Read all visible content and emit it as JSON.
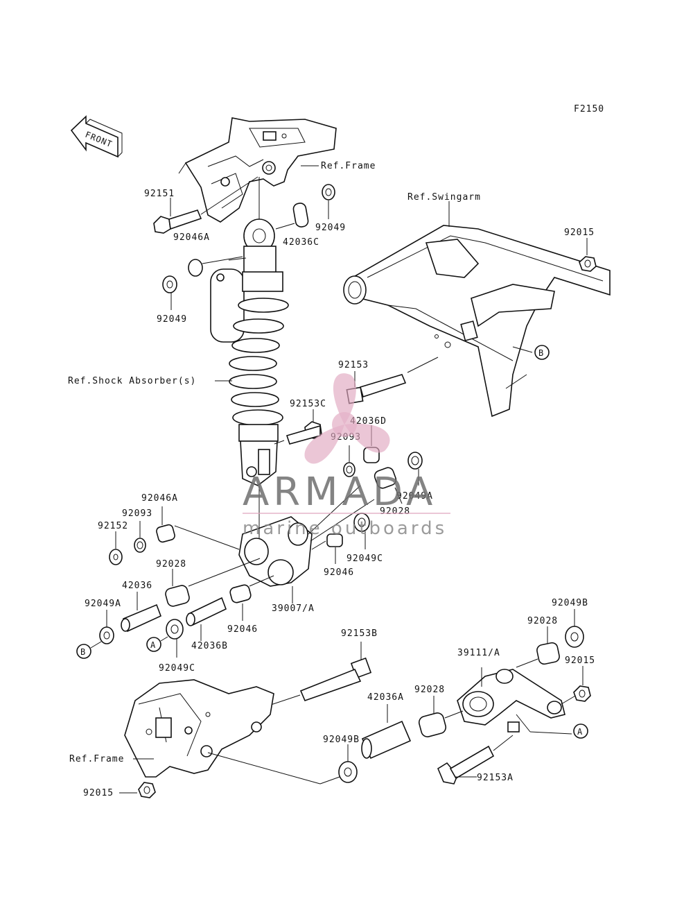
{
  "diagram": {
    "code": "F2150",
    "front_label": "FRONT"
  },
  "refs": {
    "frame_top": "Ref.Frame",
    "swingarm": "Ref.Swingarm",
    "shock": "Ref.Shock Absorber(s)",
    "frame_bottom": "Ref.Frame"
  },
  "parts": {
    "p92151": "92151",
    "p92046A_top": "92046A",
    "p42036C": "42036C",
    "p92049_top": "92049",
    "p92049_left": "92049",
    "p92015_top": "92015",
    "p92153": "92153",
    "p92153C": "92153C",
    "p42036D": "42036D",
    "p92093_mid": "92093",
    "p92049A_right": "92049A",
    "p92028_mid": "92028",
    "p92046A_left": "92046A",
    "p92093_left": "92093",
    "p92152": "92152",
    "p92028_left": "92028",
    "p92049C_right": "92049C",
    "p92046_right": "92046",
    "p42036": "42036",
    "p39007A": "39007/A",
    "p92049A_left": "92049A",
    "p92046_lower": "92046",
    "p42036B": "42036B",
    "p92049C_lower": "92049C",
    "p92153B": "92153B",
    "p92049B_right": "92049B",
    "p92028_right": "92028",
    "p39111A": "39111/A",
    "p92015_right": "92015",
    "p92028_lower": "92028",
    "p42036A": "42036A",
    "p92049B_lower": "92049B",
    "p92153A": "92153A",
    "p92015_bottom": "92015"
  },
  "callouts": {
    "A": "A",
    "B": "B"
  },
  "watermark": {
    "brand": "ARMADA",
    "tagline": "marine outboards",
    "logo_color": "#e0a6bf",
    "text_color": "#6f6f6f"
  }
}
